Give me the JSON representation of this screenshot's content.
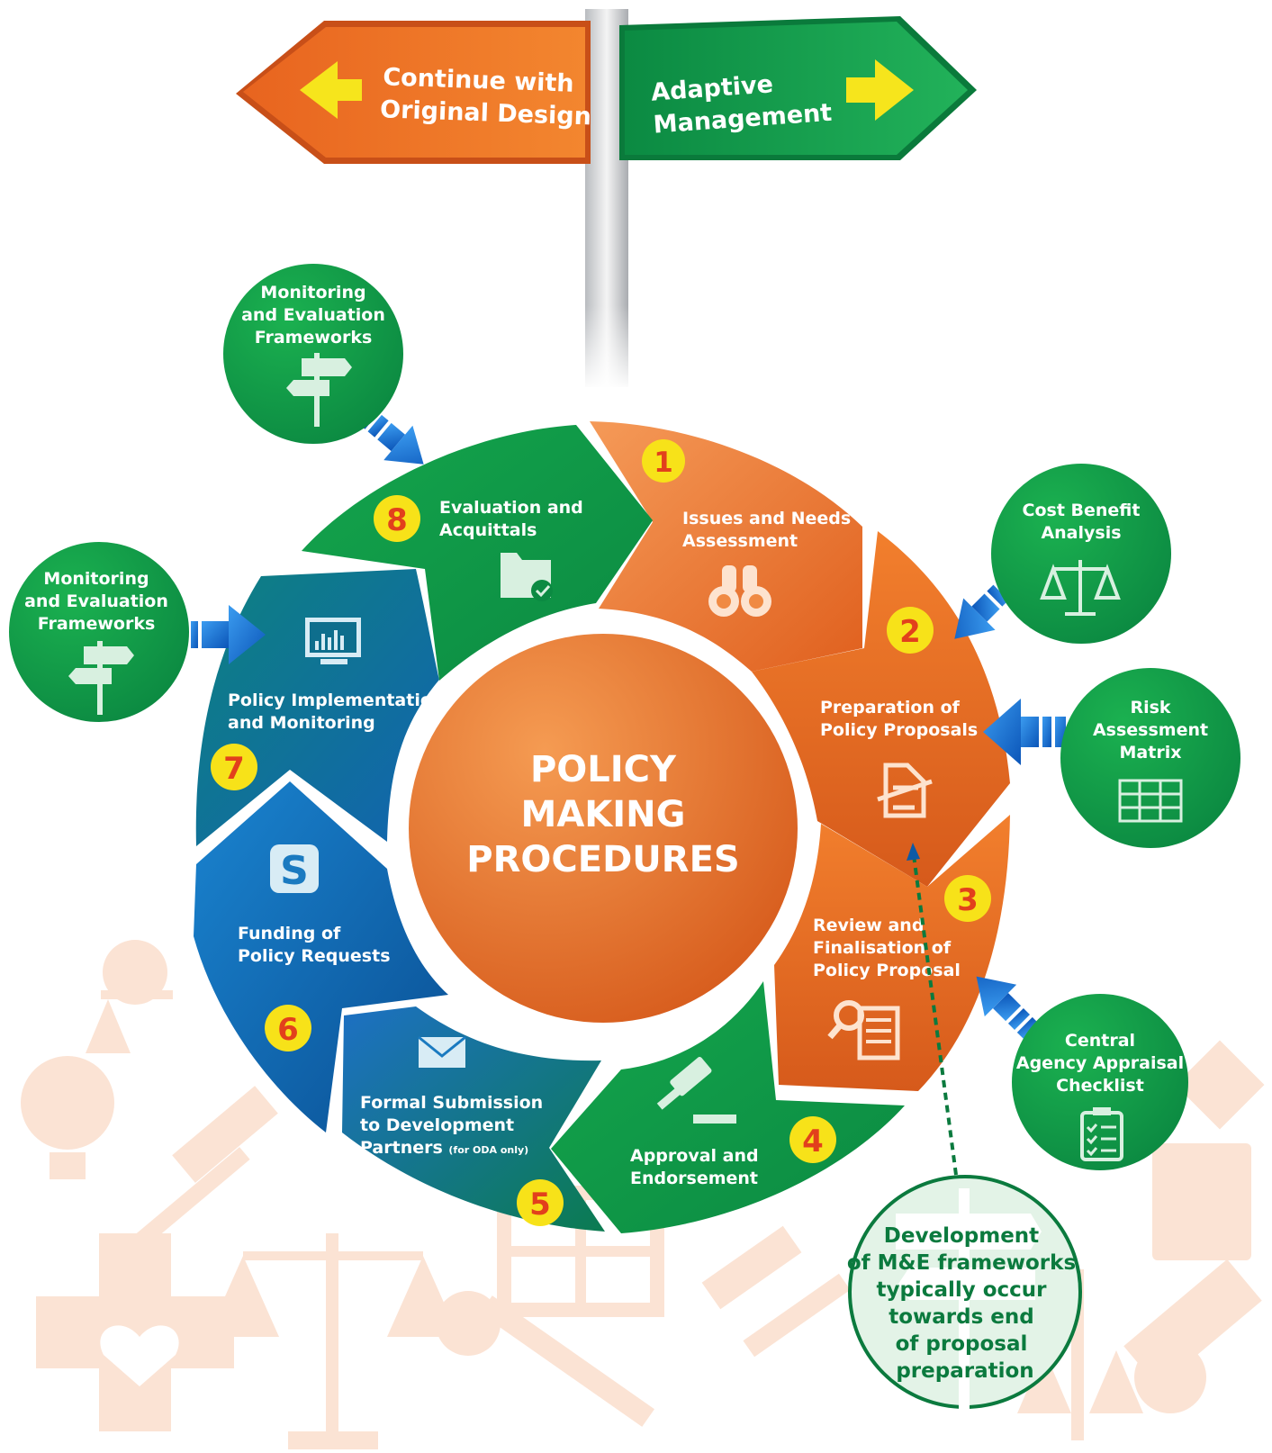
{
  "colors": {
    "orange": "#ef7a2c",
    "orange_dark": "#d9601f",
    "green": "#0aa24a",
    "green_dark": "#0b7a3e",
    "blue": "#1677c8",
    "blue_dark": "#0d5aa6",
    "teal": "#0f7e86",
    "yellow": "#f7e219",
    "number_red": "#e2401c",
    "arrow_yellow": "#f6e51c",
    "connector_blue": "#1570d8",
    "background_icons": "#fbe2d2",
    "callout_text": "#0b7a3e"
  },
  "signpost": {
    "left": "Continue with Original Design",
    "left_line1": "Continue with",
    "left_line2": "Original Design",
    "right": "Adaptive Management",
    "right_line1": "Adaptive",
    "right_line2": "Management"
  },
  "center": {
    "line1": "POLICY",
    "line2": "MAKING",
    "line3": "PROCEDURES"
  },
  "steps": [
    {
      "number": "1",
      "line1": "Issues and Needs",
      "line2": "Assessment",
      "line3": "",
      "icon": "binoculars-icon"
    },
    {
      "number": "2",
      "line1": "Preparation of",
      "line2": "Policy Proposals",
      "line3": "",
      "icon": "document-edit-icon"
    },
    {
      "number": "3",
      "line1": "Review and",
      "line2": "Finalisation of",
      "line3": "Policy Proposal",
      "icon": "document-search-icon"
    },
    {
      "number": "4",
      "line1": "Approval and",
      "line2": "Endorsement",
      "line3": "",
      "icon": "gavel-icon"
    },
    {
      "number": "5",
      "line1": "Formal Submission",
      "line2": "to Development",
      "line3": "Partners",
      "note": "(for ODA only)",
      "icon": "envelope-icon"
    },
    {
      "number": "6",
      "line1": "Funding of",
      "line2": "Policy Requests",
      "line3": "",
      "icon": "dollar-icon"
    },
    {
      "number": "7",
      "line1": "Policy Implementation",
      "line2": "and Monitoring",
      "line3": "",
      "icon": "monitor-chart-icon"
    },
    {
      "number": "8",
      "line1": "Evaluation and",
      "line2": "Acquittals",
      "line3": "",
      "icon": "folder-check-icon"
    }
  ],
  "satellites": [
    {
      "id": "me-top",
      "line1": "Monitoring",
      "line2": "and Evaluation",
      "line3": "Frameworks",
      "icon": "signpost-icon"
    },
    {
      "id": "me-left",
      "line1": "Monitoring",
      "line2": "and Evaluation",
      "line3": "Frameworks",
      "icon": "signpost-icon"
    },
    {
      "id": "cba",
      "line1": "Cost Benefit",
      "line2": "Analysis",
      "line3": "",
      "icon": "scales-icon"
    },
    {
      "id": "risk",
      "line1": "Risk",
      "line2": "Assessment",
      "line3": "Matrix",
      "icon": "table-icon"
    },
    {
      "id": "caac",
      "line1": "Central",
      "line2": "Agency Appraisal",
      "line3": "Checklist",
      "icon": "checklist-icon"
    }
  ],
  "callout": {
    "lines": [
      "Development",
      "of M&E frameworks",
      "typically occur",
      "towards end",
      "of proposal",
      "preparation"
    ]
  }
}
